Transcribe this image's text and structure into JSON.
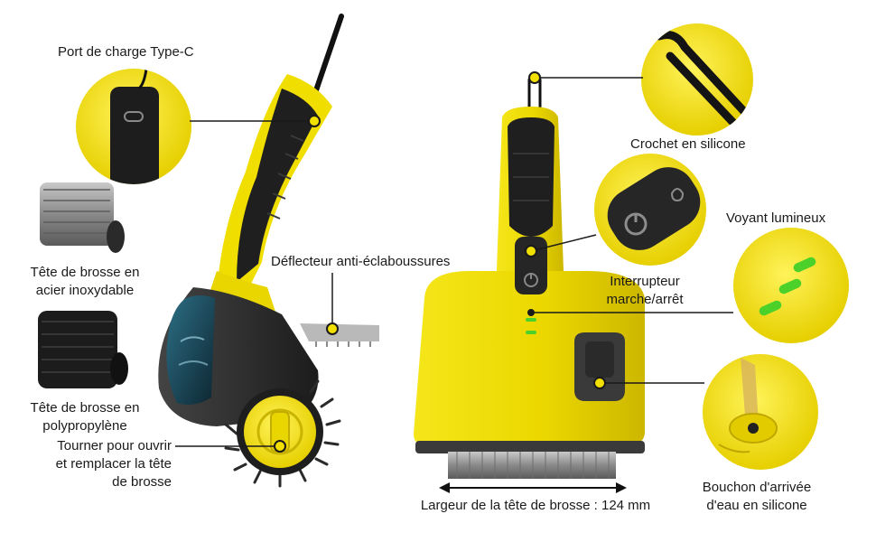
{
  "colors": {
    "brand_yellow": "#f2e000",
    "dark_body": "#2b2b2b",
    "led_green": "#4cd12a",
    "callout_line": "#1a1a1a"
  },
  "labels": {
    "charging_port": "Port de charge Type-C",
    "steel_brush": [
      "Tête de brosse en",
      "acier inoxydable"
    ],
    "pp_brush": [
      "Tête de brosse en",
      "polypropylène"
    ],
    "rotate_open": [
      "Tourner pour ouvrir",
      "et remplacer la tête",
      "de brosse"
    ],
    "splash_deflector": "Déflecteur anti-éclaboussures",
    "silicone_hook": "Crochet en silicone",
    "indicator_light": "Voyant lumineux",
    "power_switch": [
      "Interrupteur",
      "marche/arrêt"
    ],
    "water_plug": [
      "Bouchon d'arrivée",
      "d'eau en silicone"
    ],
    "brush_width": "Largeur de la tête de brosse : 124 mm"
  },
  "icons": [
    "usb-c-port-icon",
    "power-icon",
    "water-drop-icon",
    "led-indicator-icon",
    "silicone-hook-icon",
    "dimension-arrow-icon"
  ]
}
